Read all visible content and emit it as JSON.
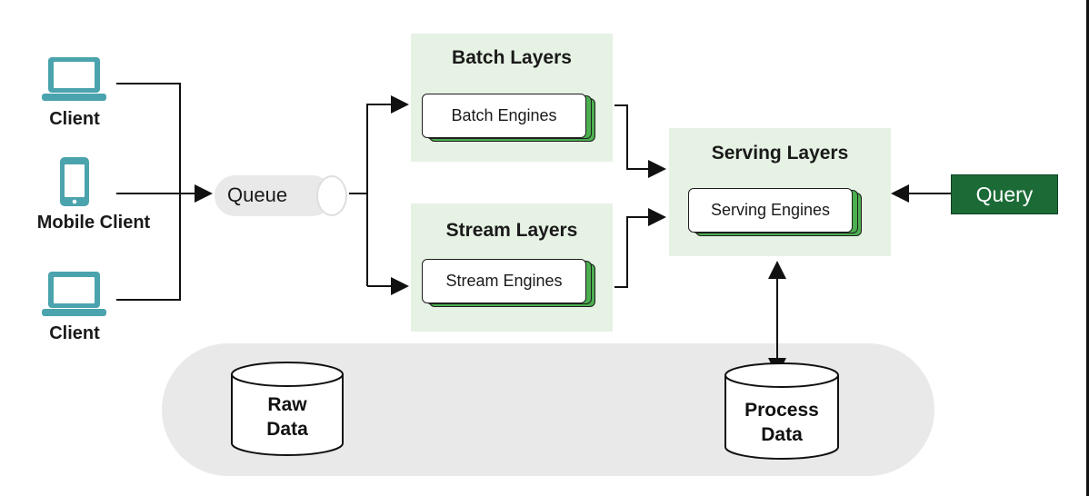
{
  "clients": {
    "top_label": "Client",
    "mobile_label": "Mobile Client",
    "bottom_label": "Client"
  },
  "queue": {
    "label": "Queue"
  },
  "batch": {
    "title": "Batch Layers",
    "engine_label": "Batch Engines"
  },
  "stream": {
    "title": "Stream Layers",
    "engine_label": "Stream Engines"
  },
  "serving": {
    "title": "Serving Layers",
    "engine_label": "Serving Engines"
  },
  "query": {
    "label": "Query"
  },
  "storage": {
    "raw_line1": "Raw",
    "raw_line2": "Data",
    "process_line1": "Process",
    "process_line2": "Data"
  },
  "colors": {
    "panel_green": "#e6f2e4",
    "engine_edge_green": "#4caf50",
    "query_green": "#1c6b37",
    "device_teal": "#4aa3ad",
    "store_grey": "#e9e9e9"
  }
}
